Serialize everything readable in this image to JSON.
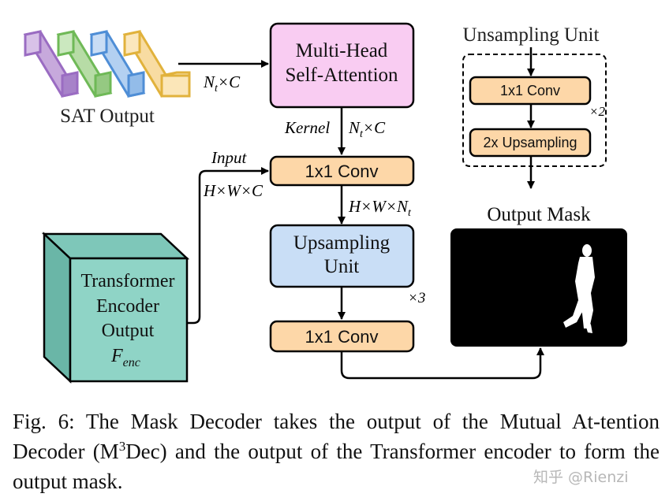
{
  "sat_output": {
    "label": "SAT Output",
    "edge": "N_t×C"
  },
  "attention": {
    "line1": "Multi-Head",
    "line2": "Self-Attention"
  },
  "kernel_edge": {
    "word": "Kernel",
    "dims": "N_t×C"
  },
  "input_edge": {
    "word": "Input",
    "dims": "H×W×C"
  },
  "conv_top": {
    "label": "1x1 Conv"
  },
  "conv_top_edge": {
    "dims": "H×W×N_t"
  },
  "upsampling": {
    "line1": "Upsampling",
    "line2": "Unit",
    "repeat": "×3"
  },
  "conv_bottom": {
    "label": "1x1 Conv"
  },
  "encoder": {
    "line1": "Transformer",
    "line2": "Encoder",
    "line3": "Output",
    "symbol": "F",
    "symbol_sub": "enc"
  },
  "output_mask": {
    "title": "Output Mask"
  },
  "unsampling_unit": {
    "title": "Unsampling Unit",
    "conv": "1x1 Conv",
    "upsample": "2x Upsampling",
    "repeat": "×2"
  },
  "caption": {
    "prefix": "Fig. 6: The Mask Decoder takes the output of the Mutual At-tention Decoder (M",
    "sup": "3",
    "suffix": "Dec) and the output of the Transformer encoder to form the output mask."
  },
  "watermark": "知乎 @Rienzi",
  "colors": {
    "attention_fill": "#f9ccf2",
    "conv_fill": "#fdd7a8",
    "upsampling_fill": "#c9def6",
    "encoder_front": "#8fd4c6",
    "encoder_side": "#6ab6a7",
    "sat_slab_colors": [
      "#c7a9dc",
      "#b7dca6",
      "#b3d0f1",
      "#f8dca2"
    ]
  }
}
